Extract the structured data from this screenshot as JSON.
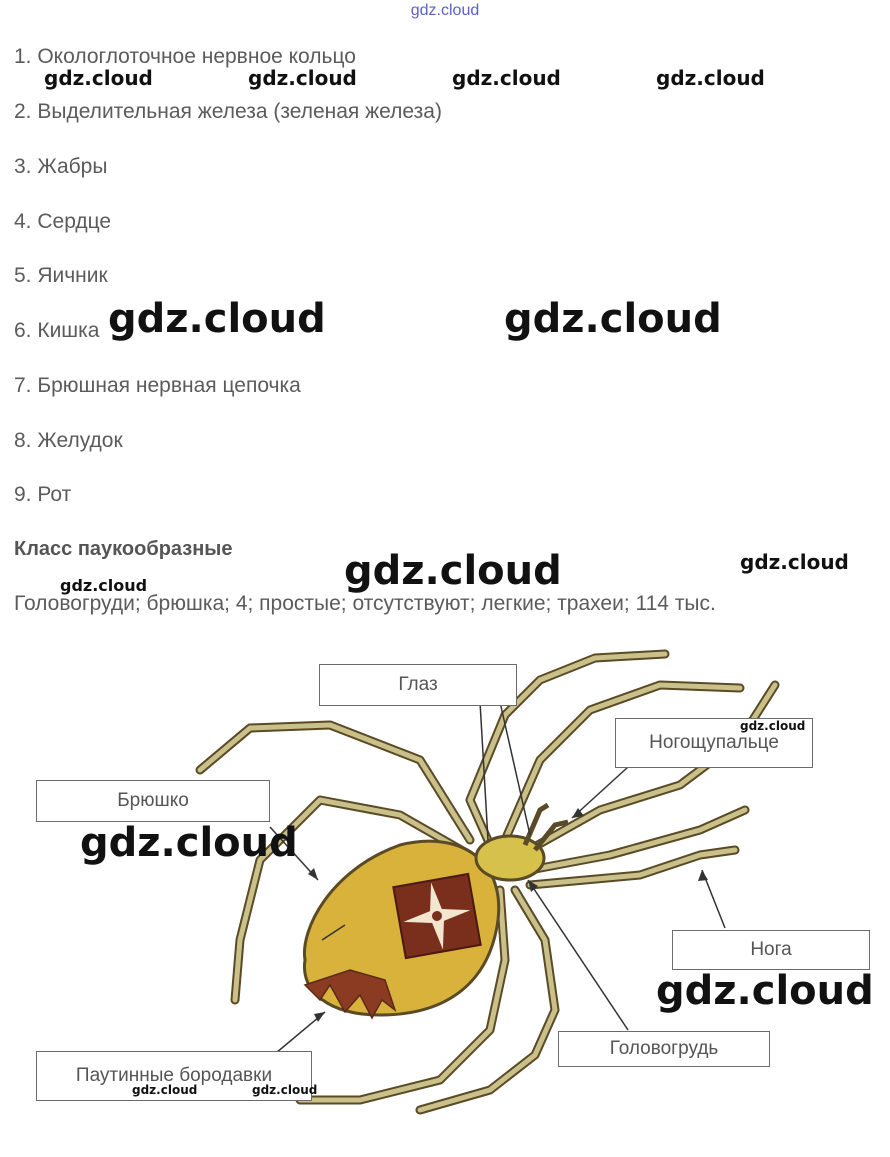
{
  "header_watermark": "gdz.cloud",
  "list": [
    "1. Окологлоточное нервное кольцо",
    "2. Выделительная железа (зеленая железа)",
    "3. Жабры",
    "4. Сердце",
    "5. Яичник",
    "6. Кишка",
    "7. Брюшная нервная цепочка",
    "8. Желудок",
    "9. Рот"
  ],
  "section": {
    "heading": "Класс паукообразные",
    "answer": "Головогруди; брюшка; 4; простые; отсутствуют; легкие; трахеи; 114 тыс."
  },
  "figure_labels": {
    "eye": "Глаз",
    "pedipalp": "Ногощупальце",
    "abdomen": "Брюшко",
    "leg": "Нога",
    "cephalothorax": "Головогрудь",
    "spinnerets": "Паутинные бородавки"
  },
  "watermark": "gdz.cloud",
  "colors": {
    "text": "#5b5b5b",
    "watermark_top": "#5a62c8",
    "spider_body": "#d8b23a",
    "spider_legs": "#c9c08a",
    "spider_outline": "#5a4a25",
    "spider_marking": "#8a3b22"
  }
}
